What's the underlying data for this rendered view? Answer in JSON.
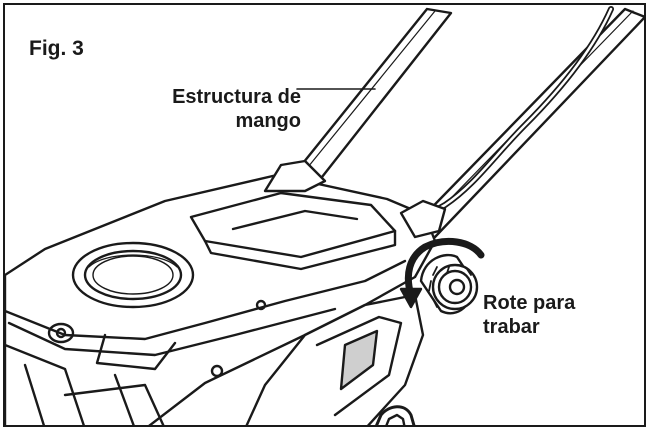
{
  "figure": {
    "label": "Fig. 3"
  },
  "callouts": {
    "handle_frame": {
      "line1": "Estructura de",
      "line2": "mango"
    },
    "rotate_to_lock": {
      "line1": "Rote para",
      "line2": "trabar"
    }
  },
  "colors": {
    "line": "#1a1a1a",
    "shade": "#cfcfcf",
    "background": "#ffffff"
  },
  "icons": [
    "rotation-arrow-icon",
    "knob-icon"
  ]
}
